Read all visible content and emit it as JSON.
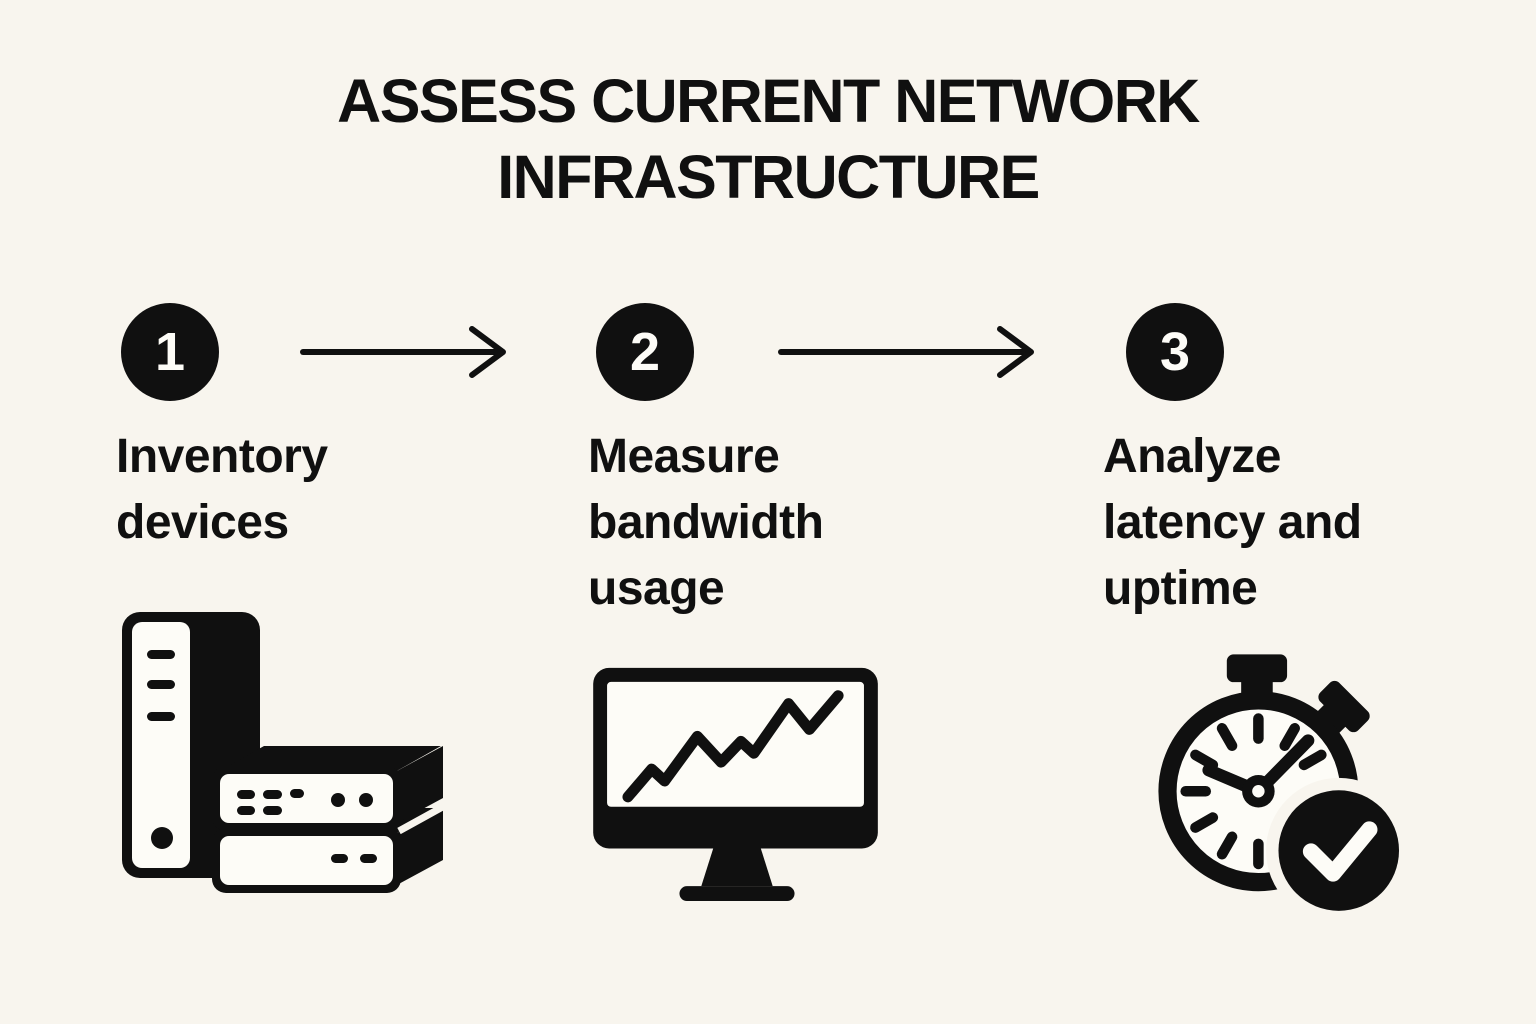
{
  "title": "ASSESS CURRENT NETWORK INFRASTRUCTURE",
  "steps": [
    {
      "number": "1",
      "label": "Inventory devices",
      "icon": "server-stack-icon"
    },
    {
      "number": "2",
      "label": "Measure bandwidth usage",
      "icon": "monitor-chart-icon"
    },
    {
      "number": "3",
      "label": "Analyze latency and uptime",
      "icon": "stopwatch-check-icon"
    }
  ],
  "colors": {
    "background": "#F8F5EE",
    "ink": "#101010",
    "icon_face": "#FDFCF7"
  }
}
